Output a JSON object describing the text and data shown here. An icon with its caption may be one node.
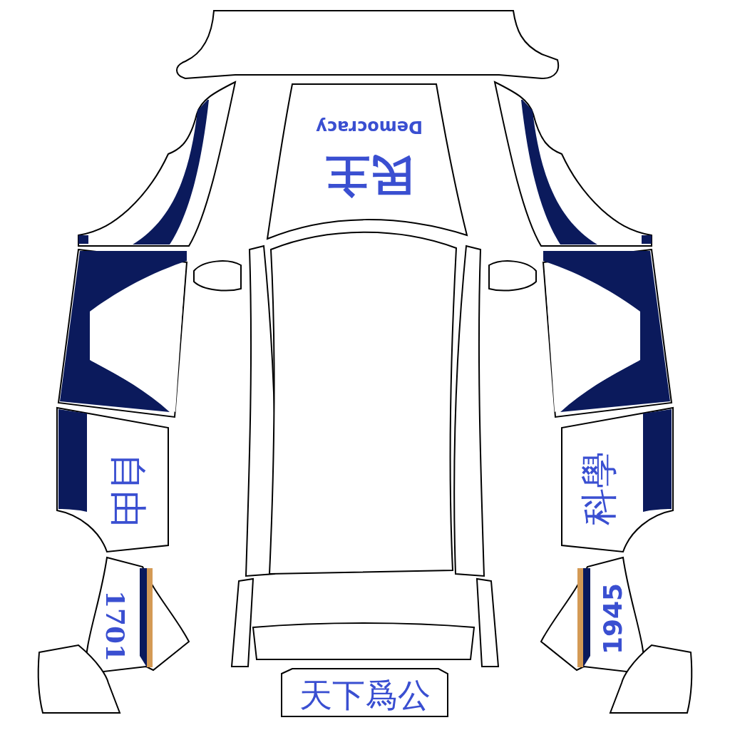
{
  "diagram": {
    "labels": [
      "Democracy",
      "民主",
      "自由",
      "科學",
      "1701",
      "1945",
      "天下爲公"
    ]
  }
}
